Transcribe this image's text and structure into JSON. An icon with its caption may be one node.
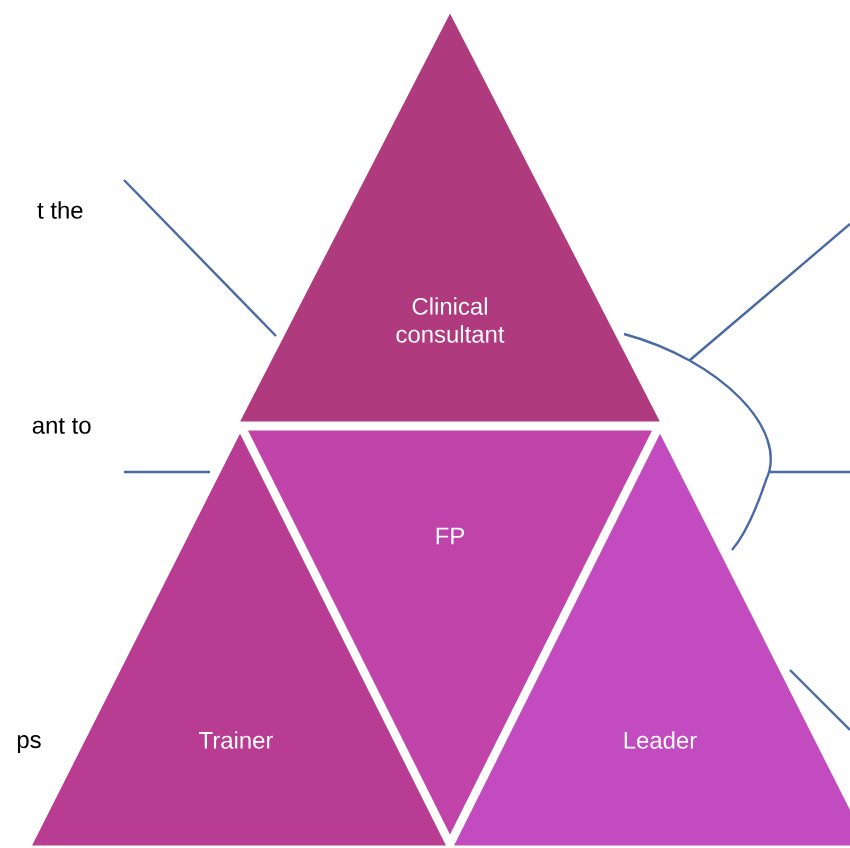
{
  "diagram": {
    "nodes": [
      {
        "text": [
          "Clinical consultant"
        ]
      },
      {
        "text": [
          "FP"
        ]
      },
      {
        "text": [
          "Trainer"
        ]
      },
      {
        "text": [
          "Leader"
        ]
      },
      {
        "text": [
          "t the"
        ]
      },
      {
        "text": [
          "ant to"
        ]
      }
    ],
    "edges": [
      {
        "from": 4,
        "to": 0,
        "arrow": "none"
      },
      {
        "from": 5,
        "to": 2,
        "arrow": "none"
      },
      {
        "from": null,
        "to": 3,
        "arrow": "none"
      }
    ],
    "labels": [
      "ps"
    ]
  }
}
